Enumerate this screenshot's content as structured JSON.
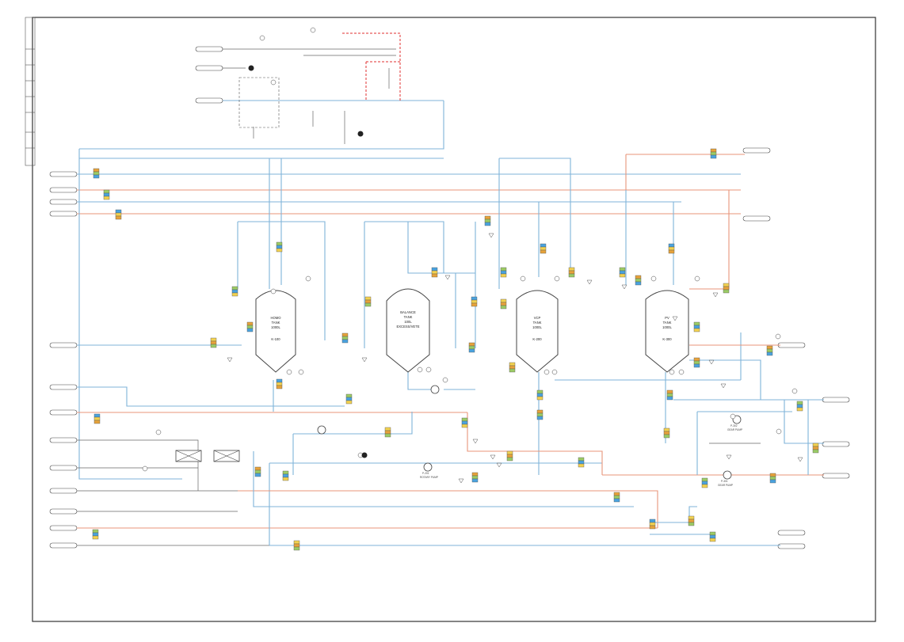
{
  "vessels": [
    {
      "line1": "HOMO",
      "line2": "TANK",
      "line3": "1000L",
      "tag": "K-100"
    },
    {
      "line1": "BALANCE",
      "line2": "TANK",
      "line3": "100L",
      "line4": "EXCESS/VETE",
      "tag": ""
    },
    {
      "line1": "VCP",
      "line2": "TANK",
      "line3": "1000L",
      "tag": "K-200"
    },
    {
      "line1": "PV",
      "line2": "TANK",
      "line3": "1000L",
      "tag": "K-300"
    }
  ],
  "equipment": [
    {
      "tag": "P-201",
      "label": "ROTARY PUMP"
    },
    {
      "tag": "P-301",
      "label": "GEAR PUMP"
    },
    {
      "tag": "P-302",
      "label": "GEAR PUMP"
    }
  ],
  "colors": {
    "process_water": "#7fb3d9",
    "hot_water": "#e8957a",
    "signal_dash": "#e03030",
    "valve_orange": "#e8a33a",
    "valve_green": "#9ccc65",
    "valve_blue": "#4aa3df",
    "valve_yellow": "#f3d250"
  }
}
